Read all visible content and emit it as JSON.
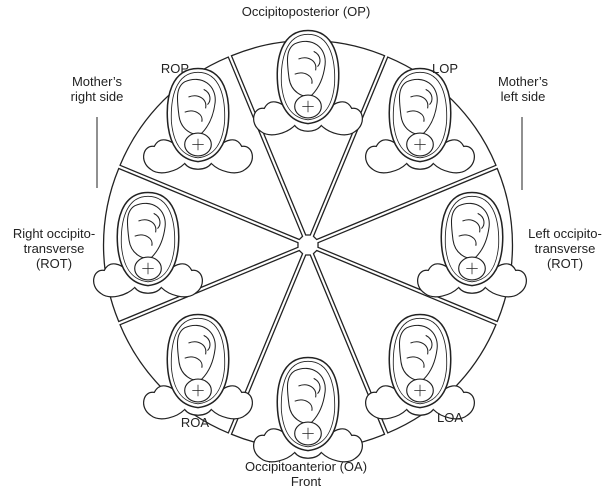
{
  "colors": {
    "line": "#222222",
    "fill": "#ffffff"
  },
  "labels": {
    "op": "Occipitoposterior (OP)",
    "rop": "ROP",
    "lop": "LOP",
    "mothers_right": [
      "Mother’s",
      "right side"
    ],
    "mothers_left": [
      "Mother’s",
      "left side"
    ],
    "rot": [
      "Right occipito-",
      "transverse",
      "(ROT)"
    ],
    "lot": [
      "Left occipito-",
      "transverse",
      "(ROT)"
    ],
    "roa": "ROA",
    "loa": "LOA",
    "oa": [
      "Occipitoanterior (OA)",
      "Front"
    ]
  },
  "positions_icons": [
    "fetus-op-icon",
    "fetus-lop-icon",
    "fetus-lot-icon",
    "fetus-loa-icon",
    "fetus-oa-icon",
    "fetus-roa-icon",
    "fetus-rot-icon",
    "fetus-rop-icon"
  ]
}
